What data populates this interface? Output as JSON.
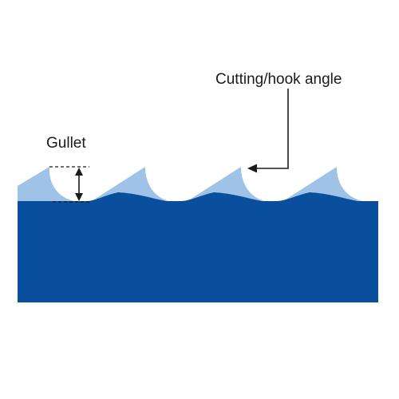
{
  "labels": {
    "gullet": "Gullet",
    "hook_angle": "Cutting/hook angle"
  },
  "colors": {
    "blade_body": "#0a4f9e",
    "tooth_face": "#9ec3e6",
    "annotation": "#1a1a1a",
    "background": "#ffffff"
  },
  "diagram": {
    "subject": "saw blade tooth profile",
    "tooth_count": 4
  }
}
